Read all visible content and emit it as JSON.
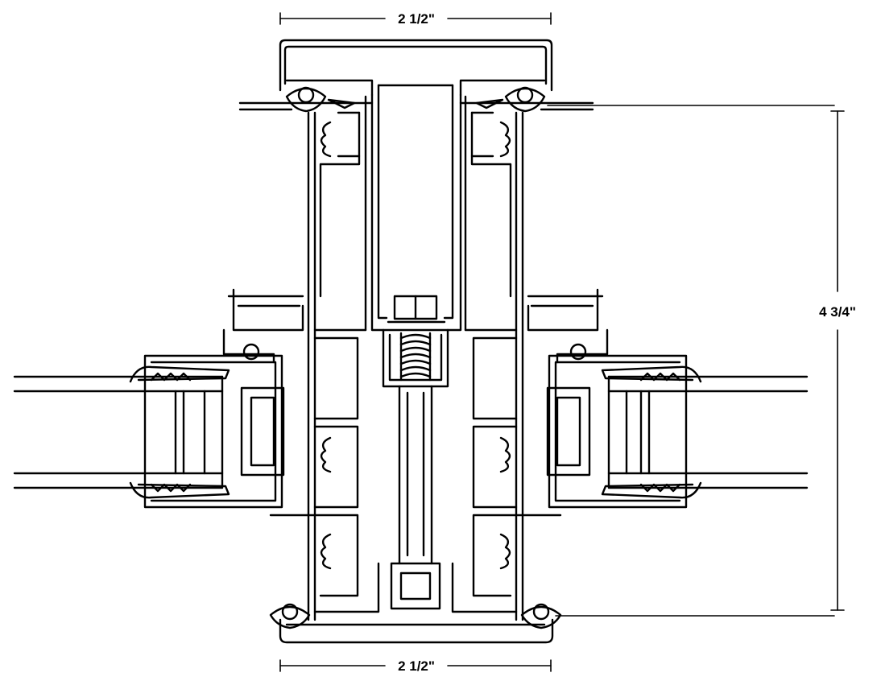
{
  "dimensions": {
    "top_width": "2 1/2\"",
    "bottom_width": "2 1/2\"",
    "height": "4 3/4\""
  }
}
